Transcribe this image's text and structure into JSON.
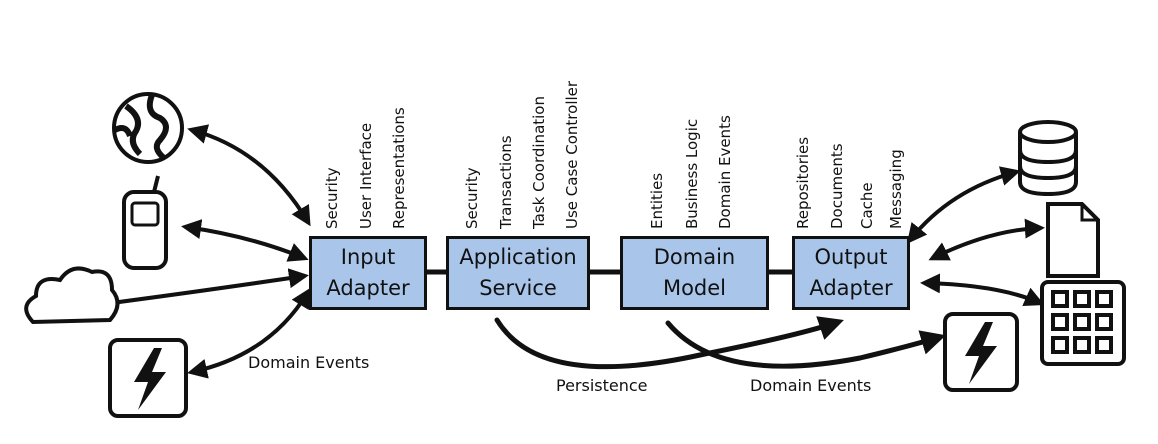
{
  "layers": [
    {
      "name": "input-adapter",
      "line1": "Input",
      "line2": "Adapter",
      "concerns": [
        "Security",
        "User Interface",
        "Representations"
      ]
    },
    {
      "name": "application-service",
      "line1": "Application",
      "line2": "Service",
      "concerns": [
        "Security",
        "Transactions",
        "Task Coordination",
        "Use Case Controller"
      ]
    },
    {
      "name": "domain-model",
      "line1": "Domain",
      "line2": "Model",
      "concerns": [
        "Entities",
        "Business Logic",
        "Domain Events"
      ]
    },
    {
      "name": "output-adapter",
      "line1": "Output",
      "line2": "Adapter",
      "concerns": [
        "Repositories",
        "Documents",
        "Cache",
        "Messaging"
      ]
    }
  ],
  "flow_labels": {
    "domain_events_left": "Domain Events",
    "persistence": "Persistence",
    "domain_events_right": "Domain Events"
  },
  "left_icons": [
    "globe-icon",
    "mobile-phone-icon",
    "cloud-icon",
    "lightning-event-icon"
  ],
  "right_icons": [
    "database-icon",
    "document-icon",
    "cache-grid-icon",
    "lightning-event-icon"
  ],
  "colors": {
    "box_fill": "#a9c6ea",
    "stroke": "#111111"
  }
}
